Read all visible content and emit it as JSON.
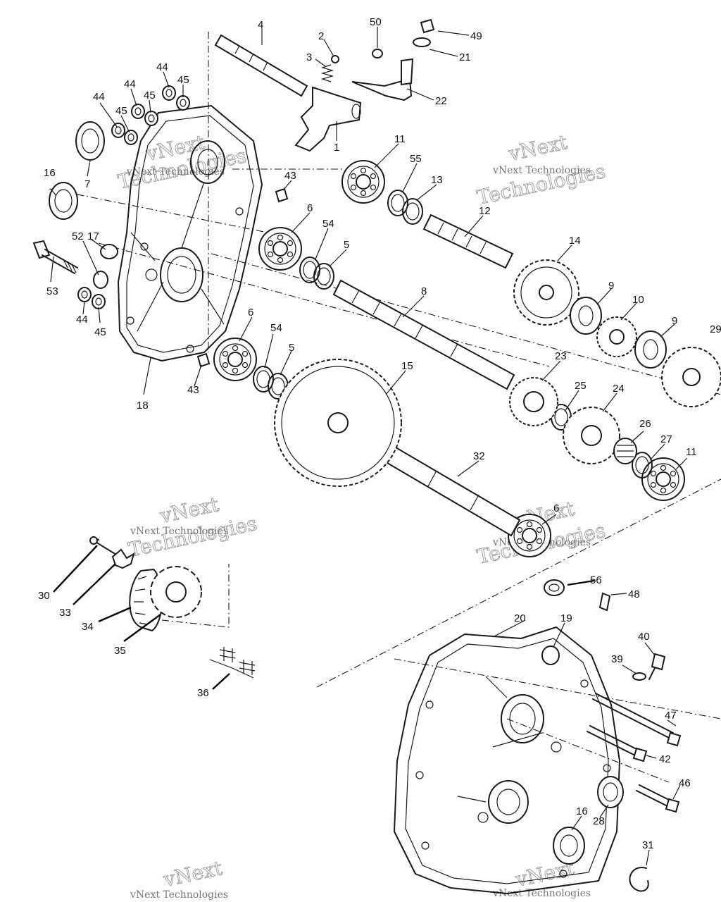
{
  "watermark": {
    "line1": "vNext",
    "line2": "Technologies",
    "label": "vNext Technologies"
  },
  "callouts": [
    {
      "id": "c1",
      "text": "1"
    },
    {
      "id": "c2",
      "text": "2"
    },
    {
      "id": "c3",
      "text": "3"
    },
    {
      "id": "c4",
      "text": "4"
    },
    {
      "id": "c5a",
      "text": "5"
    },
    {
      "id": "c5b",
      "text": "5"
    },
    {
      "id": "c6a",
      "text": "6"
    },
    {
      "id": "c6b",
      "text": "6"
    },
    {
      "id": "c6c",
      "text": "6"
    },
    {
      "id": "c7",
      "text": "7"
    },
    {
      "id": "c8",
      "text": "8"
    },
    {
      "id": "c9a",
      "text": "9"
    },
    {
      "id": "c9b",
      "text": "9"
    },
    {
      "id": "c10",
      "text": "10"
    },
    {
      "id": "c11a",
      "text": "11"
    },
    {
      "id": "c11b",
      "text": "11"
    },
    {
      "id": "c12",
      "text": "12"
    },
    {
      "id": "c13",
      "text": "13"
    },
    {
      "id": "c14",
      "text": "14"
    },
    {
      "id": "c15",
      "text": "15"
    },
    {
      "id": "c16a",
      "text": "16"
    },
    {
      "id": "c16b",
      "text": "16"
    },
    {
      "id": "c17",
      "text": "17"
    },
    {
      "id": "c18",
      "text": "18"
    },
    {
      "id": "c19",
      "text": "19"
    },
    {
      "id": "c20",
      "text": "20"
    },
    {
      "id": "c21",
      "text": "21"
    },
    {
      "id": "c22",
      "text": "22"
    },
    {
      "id": "c23",
      "text": "23"
    },
    {
      "id": "c24",
      "text": "24"
    },
    {
      "id": "c25",
      "text": "25"
    },
    {
      "id": "c26",
      "text": "26"
    },
    {
      "id": "c27",
      "text": "27"
    },
    {
      "id": "c28",
      "text": "28"
    },
    {
      "id": "c29",
      "text": "29"
    },
    {
      "id": "c30",
      "text": "30"
    },
    {
      "id": "c31",
      "text": "31"
    },
    {
      "id": "c32",
      "text": "32"
    },
    {
      "id": "c33",
      "text": "33"
    },
    {
      "id": "c34",
      "text": "34"
    },
    {
      "id": "c35",
      "text": "35"
    },
    {
      "id": "c36",
      "text": "36"
    },
    {
      "id": "c39",
      "text": "39"
    },
    {
      "id": "c40",
      "text": "40"
    },
    {
      "id": "c42",
      "text": "42"
    },
    {
      "id": "c43a",
      "text": "43"
    },
    {
      "id": "c43b",
      "text": "43"
    },
    {
      "id": "c44a",
      "text": "44"
    },
    {
      "id": "c44b",
      "text": "44"
    },
    {
      "id": "c44c",
      "text": "44"
    },
    {
      "id": "c44d",
      "text": "44"
    },
    {
      "id": "c45a",
      "text": "45"
    },
    {
      "id": "c45b",
      "text": "45"
    },
    {
      "id": "c45c",
      "text": "45"
    },
    {
      "id": "c45d",
      "text": "45"
    },
    {
      "id": "c46",
      "text": "46"
    },
    {
      "id": "c47",
      "text": "47"
    },
    {
      "id": "c48",
      "text": "48"
    },
    {
      "id": "c49",
      "text": "49"
    },
    {
      "id": "c50",
      "text": "50"
    },
    {
      "id": "c52",
      "text": "52"
    },
    {
      "id": "c53",
      "text": "53"
    },
    {
      "id": "c54a",
      "text": "54"
    },
    {
      "id": "c54b",
      "text": "54"
    },
    {
      "id": "c55",
      "text": "55"
    },
    {
      "id": "c56",
      "text": "56"
    }
  ]
}
